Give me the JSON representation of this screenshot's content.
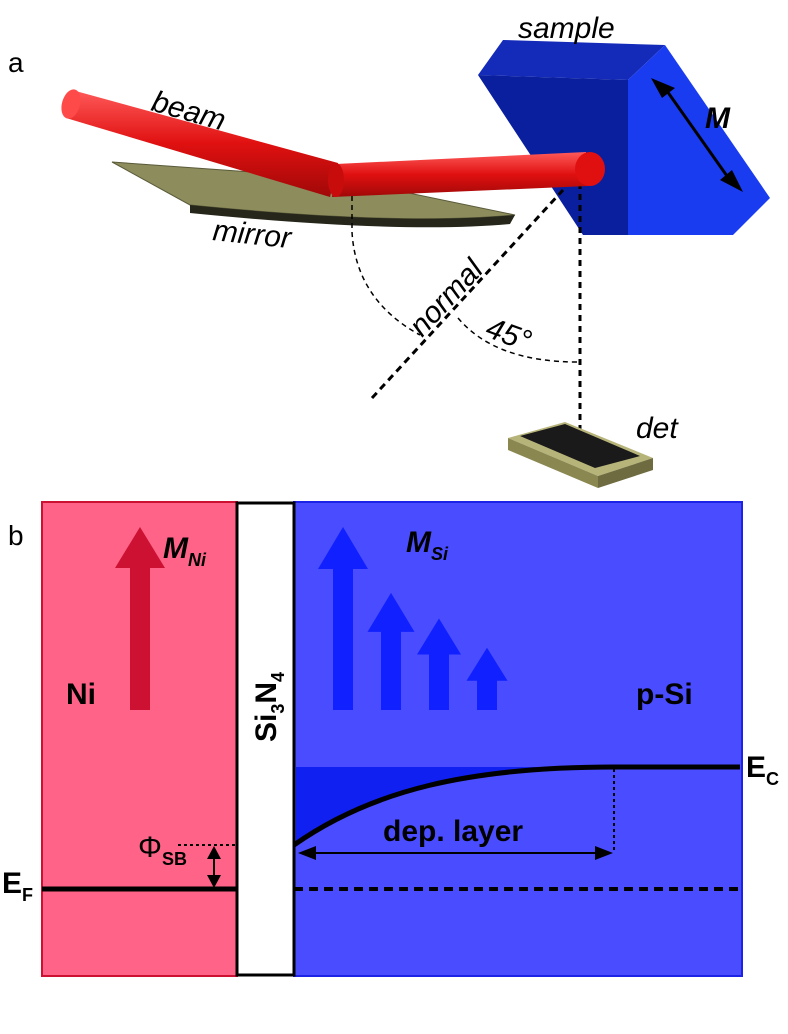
{
  "colors": {
    "beam": "#e01010",
    "beam_light": "#ff4a4a",
    "mirror_top": "#8c8c5c",
    "mirror_edge": "#26261a",
    "sample_front": "#0a1f9e",
    "sample_top": "#142ab8",
    "sample_side": "#1a3cf0",
    "detector_base": "#b7b47a",
    "detector_top": "#1a1a1a",
    "ni_region": "#ff6488",
    "ni_border": "#cc1133",
    "ni_arrow": "#cc1133",
    "si_region": "#4a4cff",
    "si_border": "#1c22e6",
    "si_arrow": "#1020ff",
    "depletion_fill": "#1020f0"
  },
  "panel_a": {
    "panel_label": "a",
    "beam_label": "beam",
    "mirror_label": "mirror",
    "sample_label": "sample",
    "magnetization_label": "M",
    "normal_label": "normal",
    "angle_label": "45°",
    "detector_label": "det"
  },
  "panel_b": {
    "panel_label": "b",
    "ni_label": "Ni",
    "ni_moment": {
      "main": "M",
      "sub": "Ni"
    },
    "si_moment": {
      "main": "M",
      "sub": "Si"
    },
    "barrier": {
      "part1": "Si",
      "sub1": "3",
      "part2": "N",
      "sub2": "4"
    },
    "si_label": "p-Si",
    "conduction_band": {
      "main": "E",
      "sub": "C"
    },
    "fermi_level": {
      "main": "E",
      "sub": "F"
    },
    "schottky_barrier": {
      "main": "Φ",
      "sub": "SB"
    },
    "depletion_label": "dep. layer",
    "si_arrow_levels": [
      1.0,
      0.64,
      0.5,
      0.34
    ]
  }
}
